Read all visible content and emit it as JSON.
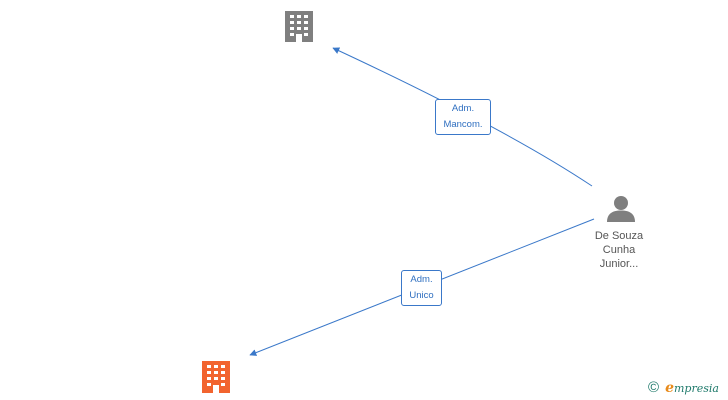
{
  "colors": {
    "edge": "#3a78c9",
    "building_gray": "#7f7f7f",
    "building_highlight": "#f2642f",
    "person": "#7f7f7f",
    "brand": "#1f7a6b",
    "brand_accent": "#e88a1a"
  },
  "nodes": {
    "company_top": {
      "icon": "building-icon"
    },
    "company_bottom": {
      "icon": "building-icon"
    },
    "person": {
      "icon": "person-icon",
      "name_lines": [
        "De Souza",
        "Cunha",
        "Junior..."
      ]
    }
  },
  "edges": [
    {
      "label_lines": [
        "Adm.",
        "Mancom."
      ]
    },
    {
      "label_lines": [
        "Adm.",
        "Unico"
      ]
    }
  ],
  "footer": {
    "copyright_symbol": "©",
    "brand_initial": "e",
    "brand_rest": "mpresia"
  }
}
